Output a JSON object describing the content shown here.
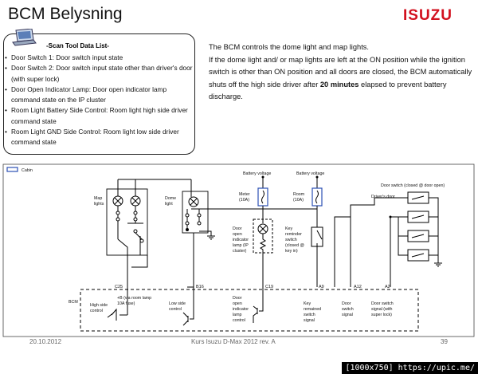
{
  "header": {
    "title": "BCM Belysning",
    "logo_text": "ISUZU",
    "brand_color": "#d2101e"
  },
  "scan_tool": {
    "title": "-Scan Tool Data List-",
    "items": [
      "Door Switch 1: Door switch input state",
      "Door Switch 2: Door switch input state other than driver's door (with super lock)",
      "Door Open Indicator Lamp: Door open indicator lamp command state on the IP cluster",
      "Room Light Battery Side Control: Room light high side driver command state",
      "Room Light GND Side Control: Room light low side driver command state"
    ]
  },
  "intro": {
    "line1": "The BCM controls the dome light and map lights.",
    "line2_pre": "If the dome light and/ or map lights are left at the ON position while the ignition switch is other than ON position and all doors are closed, the BCM automatically shuts off the high side driver after ",
    "line2_bold": "20 minutes",
    "line2_post": " elapsed to prevent battery discharge."
  },
  "diagram": {
    "legend": "Cabin",
    "map_lights": "Map\nlights",
    "dome_light": "Dome\nlight",
    "battery1": "Battery voltage",
    "battery2": "Battery voltage",
    "meter_fuse": "Meter\n(10A)",
    "room_fuse": "Room\n(10A)",
    "door_lamp": "Door\nopen\nindicator\nlamp (IP\ncluster)",
    "key_switch": "Key\nreminder\nswitch\n(closed @\nkey in)",
    "door_switch_title": "Door switch (closed @ door open)",
    "drivers_door": "Driver's door",
    "bcm": "BCM",
    "pins": [
      "C25",
      "B16",
      "C19",
      "A9",
      "A12",
      "A2"
    ],
    "fuse_note": "+B (via room lamp\n10A fuse)",
    "high_side": "High side\ncontrol",
    "low_side": "Low side\ncontrol",
    "door_open_control": "Door\nopen\nindicator\nlamp\ncontrol",
    "key_signal": "Key\nremained\nswitch\nsignal",
    "door_signal": "Door\nswitch\nsignal",
    "door_signal_lock": "Door switch\nsignal (with\nsuper lock)"
  },
  "footer": {
    "date": "20.10.2012",
    "course": "Kurs Isuzu D-Max 2012 rev. A",
    "page": "39"
  },
  "watermark": "[1000x750] https://upic.me/"
}
